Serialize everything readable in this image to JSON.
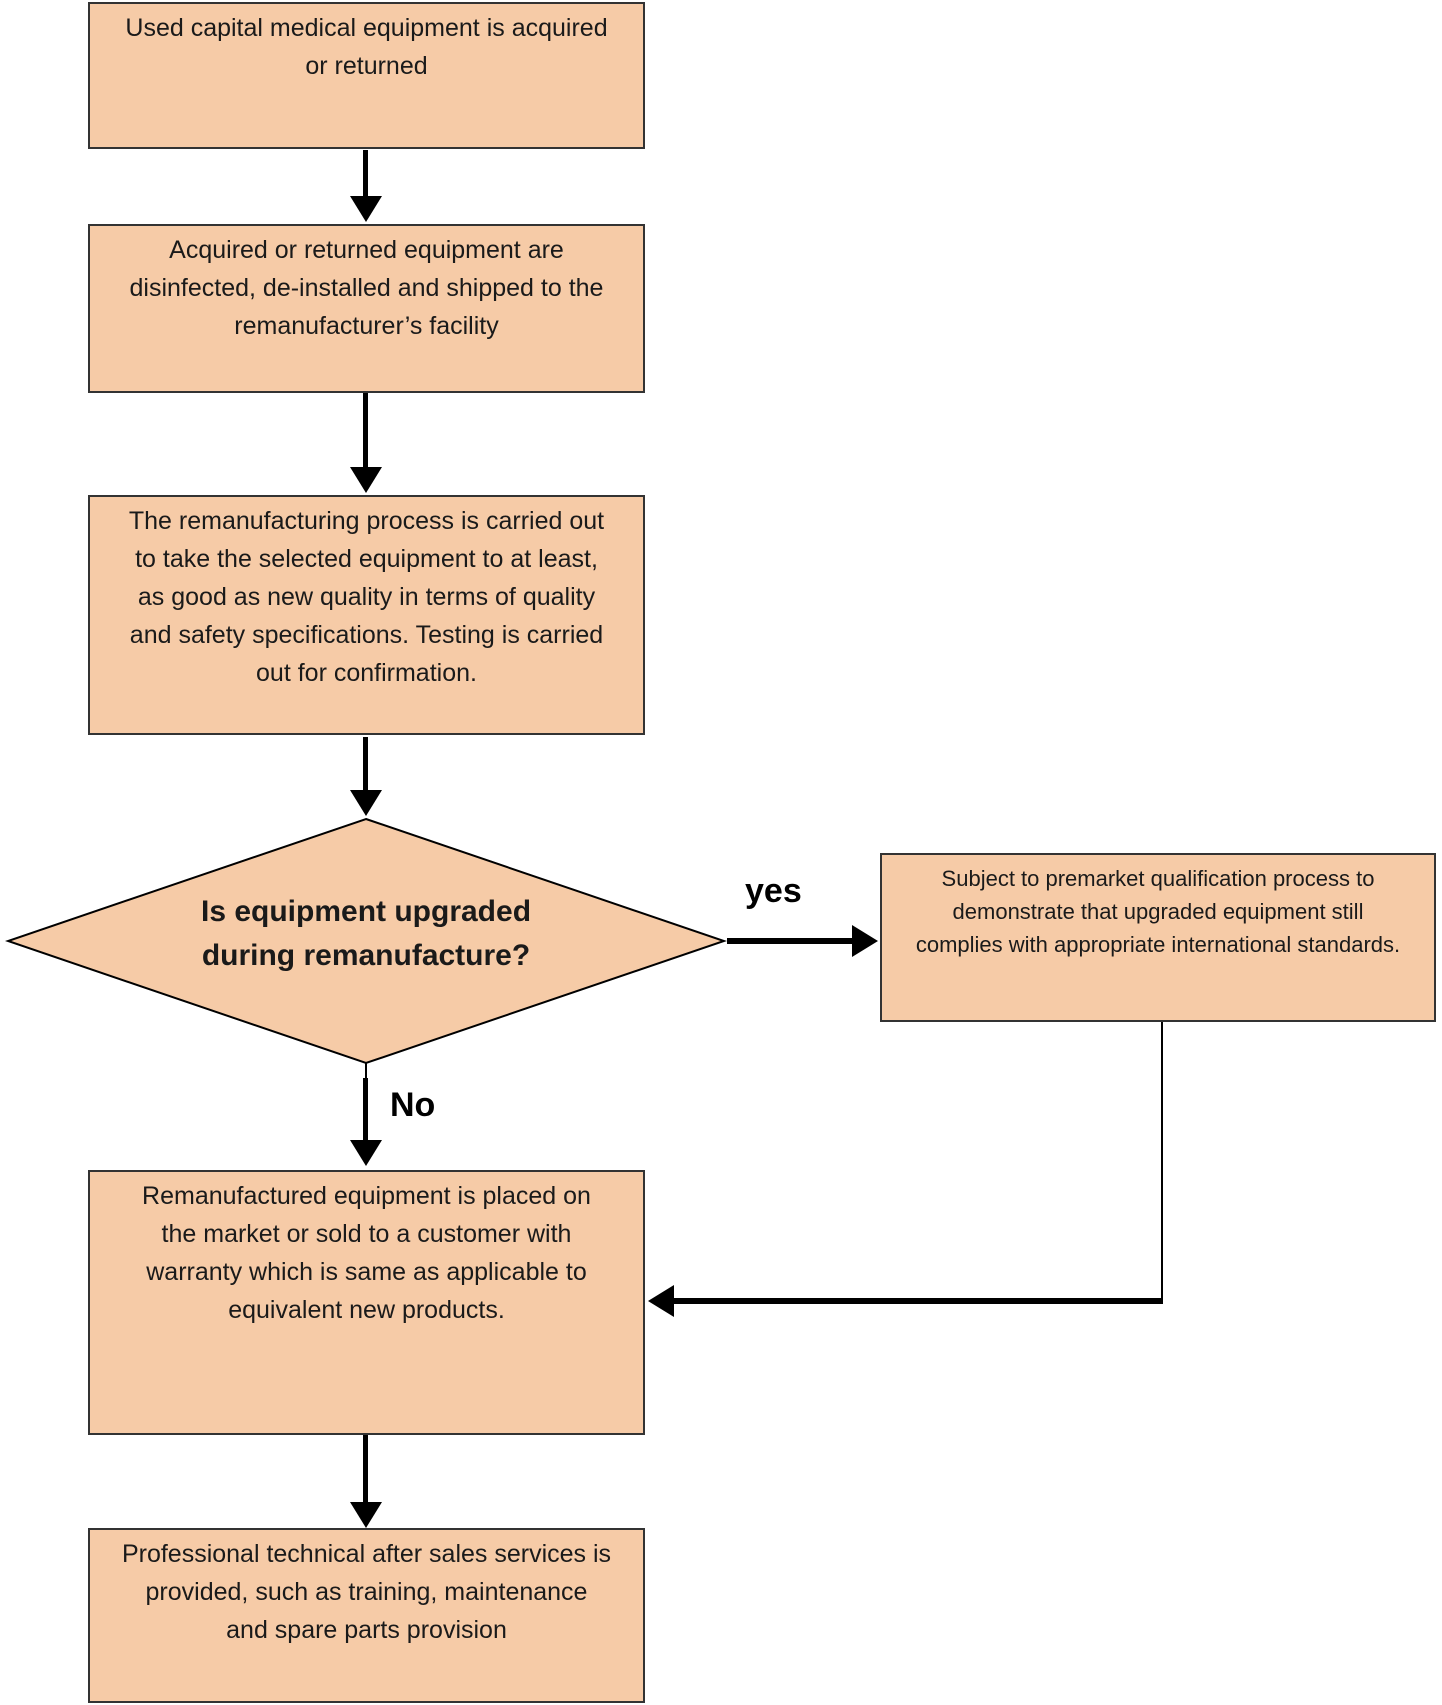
{
  "flowchart": {
    "colors": {
      "node_fill": "#F6CBA7",
      "node_border": "#333333",
      "arrow": "#000000",
      "background": "#ffffff",
      "text": "#1a1a1a"
    },
    "nodes": {
      "acquire": {
        "text": "Used capital medical equipment is acquired\nor returned"
      },
      "disinfect": {
        "text": "Acquired or returned equipment are\ndisinfected, de-installed and shipped to the\nremanufacturer’s facility"
      },
      "remanufacture": {
        "text": "The remanufacturing process is carried out\nto take the selected equipment to at least,\nas good as new quality in terms of quality\nand safety specifications. Testing is carried\nout for confirmation."
      },
      "decision": {
        "text": "Is equipment upgraded\nduring remanufacture?"
      },
      "premarket": {
        "text": "Subject to premarket qualification process to\ndemonstrate that upgraded equipment still\ncomplies with appropriate international standards."
      },
      "market": {
        "text": "Remanufactured equipment is placed on\nthe market or sold to a customer with\nwarranty which is same as applicable to\nequivalent new products."
      },
      "aftersales": {
        "text": "Professional technical after sales services is\nprovided, such as training, maintenance\nand spare parts provision"
      }
    },
    "edges": {
      "yes_label": "yes",
      "no_label": "No"
    }
  }
}
